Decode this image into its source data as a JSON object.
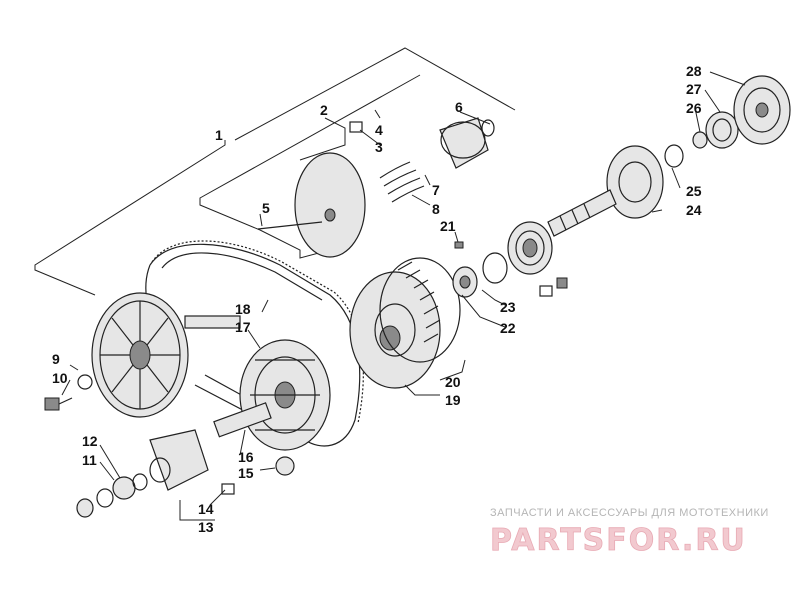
{
  "callouts": [
    {
      "id": "c1",
      "text": "1"
    },
    {
      "id": "c2",
      "text": "2"
    },
    {
      "id": "c3",
      "text": "3"
    },
    {
      "id": "c4",
      "text": "4"
    },
    {
      "id": "c5",
      "text": "5"
    },
    {
      "id": "c6",
      "text": "6"
    },
    {
      "id": "c7",
      "text": "7"
    },
    {
      "id": "c8",
      "text": "8"
    },
    {
      "id": "c9",
      "text": "9"
    },
    {
      "id": "c10",
      "text": "10"
    },
    {
      "id": "c11",
      "text": "11"
    },
    {
      "id": "c12",
      "text": "12"
    },
    {
      "id": "c13",
      "text": "13"
    },
    {
      "id": "c14",
      "text": "14"
    },
    {
      "id": "c15",
      "text": "15"
    },
    {
      "id": "c16",
      "text": "16"
    },
    {
      "id": "c17",
      "text": "17"
    },
    {
      "id": "c18",
      "text": "18"
    },
    {
      "id": "c19",
      "text": "19"
    },
    {
      "id": "c20",
      "text": "20"
    },
    {
      "id": "c21",
      "text": "21"
    },
    {
      "id": "c22",
      "text": "22"
    },
    {
      "id": "c23",
      "text": "23"
    },
    {
      "id": "c24",
      "text": "24"
    },
    {
      "id": "c25",
      "text": "25"
    },
    {
      "id": "c26",
      "text": "26"
    },
    {
      "id": "c27",
      "text": "27"
    },
    {
      "id": "c28",
      "text": "28"
    }
  ],
  "watermark": {
    "tagline": "ЗАПЧАСТИ И АКСЕССУАРЫ ДЛЯ МОТОТЕХНИКИ",
    "brand": "PARTSFOR.RU",
    "brand_color": "#f2c9cf"
  }
}
